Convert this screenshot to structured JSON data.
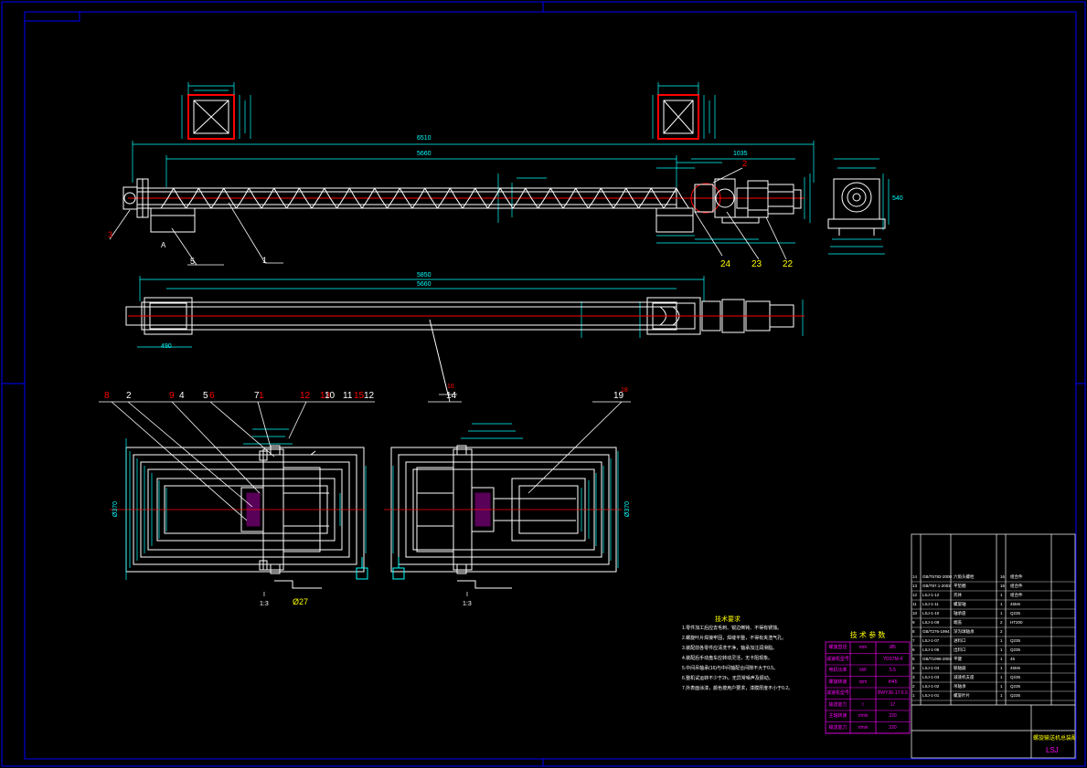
{
  "colors": {
    "background": "#000000",
    "frame": "#0000ff",
    "outline": "#ffffff",
    "dimension": "#00ffff",
    "centerline": "#ff0000",
    "leader": "#ffffff",
    "annotation_text": "#ffff00",
    "table_line": "#ff00ff",
    "label_red": "#ff0000",
    "label_white": "#ffffff"
  },
  "dims": {
    "overall_length": "6510",
    "inner_length": "5660",
    "motor_len": "1035",
    "side_top": "540",
    "plan_len": "5850",
    "plan_inner": "5660",
    "plan_left": "490",
    "section_dia_a": "Ø370",
    "section_dia_b": "Ø370"
  },
  "part_callouts": {
    "c1": "1",
    "c2": "2",
    "c3": "3",
    "c5": "5",
    "c24": "24",
    "c23": "23",
    "c22": "22",
    "c14": "14",
    "c16": "16",
    "c8": "8",
    "c2b": "2",
    "c9": "9",
    "c4": "4",
    "c5b": "5",
    "c6": "6",
    "c7": "7",
    "c11": "11",
    "c12": "12",
    "c13": "13",
    "c10": "10",
    "c15": "15",
    "c12b": "12",
    "c19": "19",
    "c18": "18"
  },
  "section_labels": {
    "view_a_letter": "A",
    "view_1": "I",
    "view_1_scale": "1:3",
    "view_2": "I",
    "view_2_scale": "1:3",
    "dia_27": "Ø27"
  },
  "notes": {
    "title": "技术要求",
    "lines": [
      "1.零件加工后应去毛刺、锐边倒钝、不得有锈蚀。",
      "2.螺旋叶片焊接牢固，焊缝平整，不得有夹渣气孔。",
      "3.装配前各零件应清洗干净，轴承加注润滑脂。",
      "4.装配后手动盘车应转动灵活，无卡阻现象。",
      "5.中间吊轴承(16)与中间轴配合间隙不大于0.5。",
      "6.整机试运转不少于2h，无异常噪声及振动。",
      "7.外表面涂漆，颜色按用户要求，漆膜厚度不小于0.2。"
    ]
  },
  "params": {
    "title": "技 术 参 数",
    "rows": [
      [
        "螺旋直径",
        "mm",
        "Ø5"
      ],
      [
        "减速机型号",
        "",
        "YD37M-4"
      ],
      [
        "电机功率",
        "kW",
        "5.5"
      ],
      [
        "螺旋转速",
        "rpm",
        "rh45"
      ],
      [
        "减速机型号",
        "",
        "BWY36-17-5.5"
      ],
      [
        "输送能力",
        "t",
        "17"
      ],
      [
        "主轴转速",
        "r/min",
        "220"
      ],
      [
        "输送能力",
        "r/min",
        "220"
      ]
    ]
  },
  "bom": {
    "rows": [
      [
        "14",
        "GB/T5782-2000",
        "六角头螺栓",
        "16",
        "组合件"
      ],
      [
        "13",
        "GB/T97.1-2002",
        "平垫圈",
        "16",
        "组合件"
      ],
      [
        "12",
        "LSJ-1-12",
        "壳体",
        "1",
        "组合件"
      ],
      [
        "11",
        "LSJ-1-11",
        "螺旋轴",
        "1",
        "45Mn"
      ],
      [
        "10",
        "LSJ-1-10",
        "轴承座",
        "1",
        "Q235"
      ],
      [
        "9",
        "LSJ-1-09",
        "端盖",
        "2",
        "HT200"
      ],
      [
        "8",
        "GB/T276-1994",
        "深沟球轴承",
        "2",
        ""
      ],
      [
        "7",
        "LSJ-1-07",
        "进料口",
        "1",
        "Q235"
      ],
      [
        "6",
        "LSJ-1-06",
        "出料口",
        "1",
        "Q235"
      ],
      [
        "5",
        "GB/T1096-2003",
        "平键",
        "1",
        "45"
      ],
      [
        "4",
        "LSJ-1-04",
        "联轴器",
        "1",
        "45Mn"
      ],
      [
        "3",
        "LSJ-1-03",
        "减速机支座",
        "1",
        "Q235"
      ],
      [
        "2",
        "LSJ-1-02",
        "吊轴承",
        "1",
        "Q235"
      ],
      [
        "1",
        "LSJ-1-01",
        "螺旋叶片",
        "1",
        "Q235"
      ]
    ]
  },
  "title_block": {
    "name": "螺旋输送机总装配图",
    "code": "LSJ"
  }
}
